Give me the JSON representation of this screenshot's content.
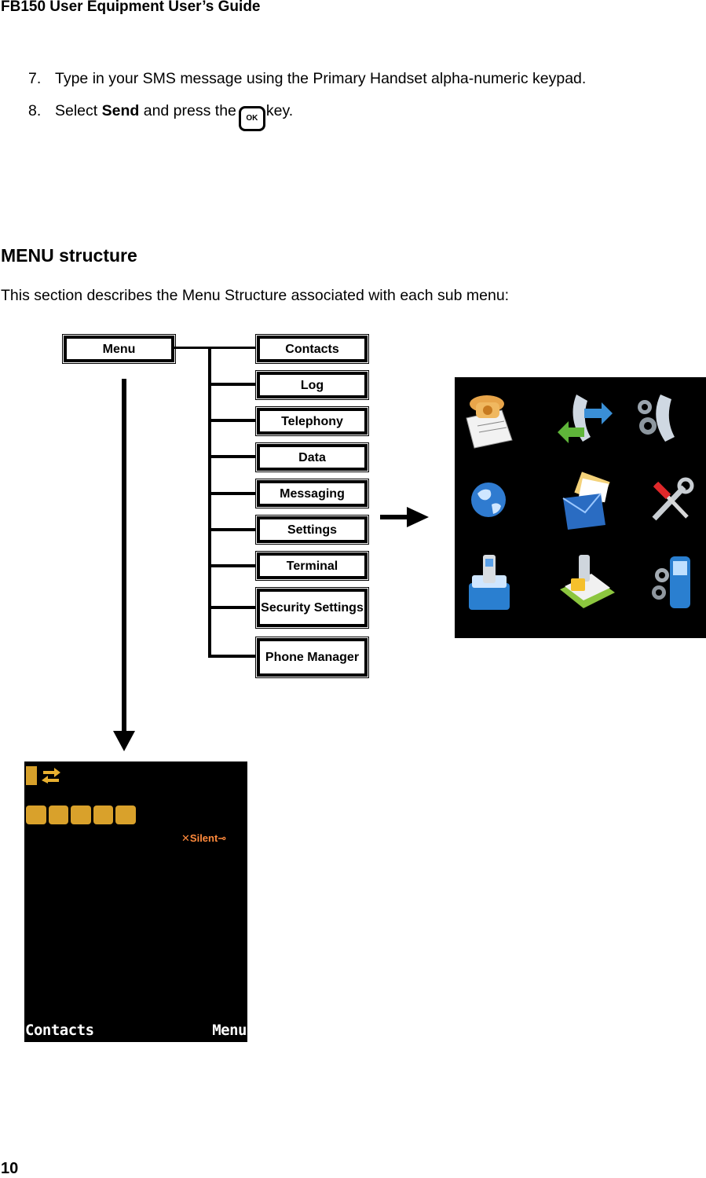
{
  "header": {
    "title": "FB150 User Equipment User’s Guide"
  },
  "steps": [
    {
      "num": "7.",
      "text": "Type in your SMS message using the Primary Handset alpha-numeric keypad."
    },
    {
      "num": "8.",
      "text_before": "Select ",
      "bold": "Send",
      "text_middle": " and press the",
      "key_label": "OK",
      "text_after": "key."
    }
  ],
  "section": {
    "title": "MENU structure",
    "intro": "This section describes the Menu Structure associated with each sub menu:"
  },
  "diagram": {
    "root": "Menu",
    "items": [
      "Contacts",
      "Log",
      "Telephony",
      "Data",
      "Messaging",
      "Settings",
      "Terminal",
      "Security Settings",
      "Phone Manager"
    ]
  },
  "icons": [
    "phonebook-icon",
    "call-log-icon",
    "telephony-settings-icon",
    "globe-icon",
    "messaging-icon",
    "tools-icon",
    "terminal-icon",
    "security-icon",
    "phone-manager-icon"
  ],
  "phone_screen": {
    "status_text": "Silent",
    "softkey_left": "Contacts",
    "softkey_right": "Menu"
  },
  "footer": {
    "page_number": "10"
  }
}
